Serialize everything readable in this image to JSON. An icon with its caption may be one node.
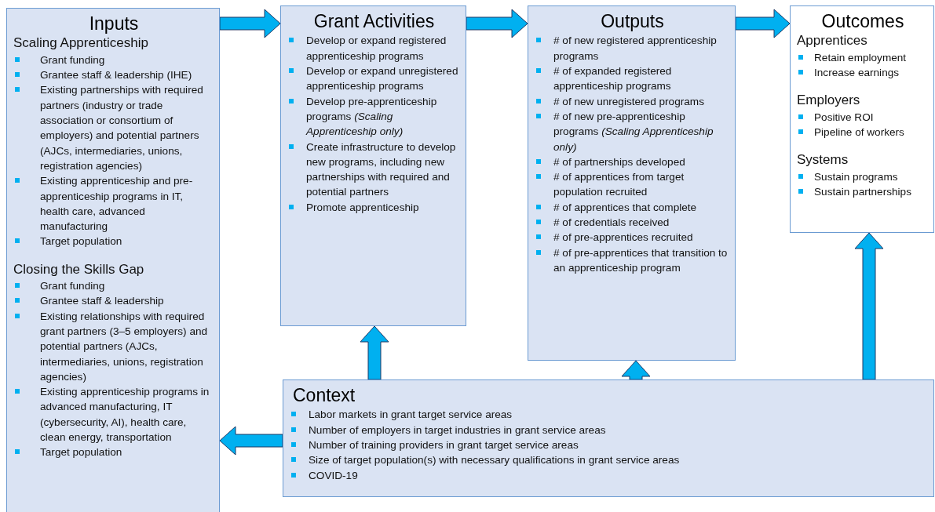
{
  "diagram": {
    "nodes": [
      {
        "text": [
          "Inputs",
          "Scaling Apprenticeship",
          "Grant funding",
          "Grantee staff & leadership (IHE)",
          "Existing partnerships with required partners (industry or trade association or consortium of employers) and potential partners (AJCs, intermediaries, unions, registration agencies)",
          "Existing apprenticeship and pre-apprenticeship programs in IT, health care, advanced manufacturing",
          "Target population",
          "Closing the Skills Gap",
          "Grant funding",
          "Grantee staff & leadership",
          "Existing relationships with required grant partners (3–5 employers) and potential partners (AJCs, intermediaries, unions, registration agencies)",
          "Existing apprenticeship programs in advanced manufacturing, IT (cybersecurity, AI), health care, clean energy, transportation",
          "Target population"
        ]
      },
      {
        "text": [
          "Grant Activities",
          "Develop or expand registered apprenticeship programs",
          "Develop or expand unregistered apprenticeship programs",
          "Develop pre-apprenticeship programs *(Scaling Apprenticeship only)*",
          "Create infrastructure to develop new programs, including new partnerships with required and potential partners",
          "Promote apprenticeship"
        ]
      },
      {
        "text": [
          "Outputs",
          "# of new registered apprenticeship programs",
          "# of expanded registered apprenticeship programs",
          "# of new unregistered programs",
          "# of new pre-apprenticeship programs *(Scaling Apprenticeship only)*",
          "# of partnerships developed",
          "# of apprentices from target population recruited",
          "# of apprentices that complete",
          "# of credentials received",
          "# of pre-apprentices recruited",
          "# of pre-apprentices that transition to an apprenticeship program"
        ]
      },
      {
        "text": [
          "Outcomes",
          "Apprentices",
          "Retain employment",
          "Increase earnings",
          "Employers",
          "Positive ROI",
          "Pipeline of workers",
          "Systems",
          "Sustain programs",
          "Sustain partnerships"
        ]
      },
      {
        "text": [
          "Context",
          "Labor markets in grant target service areas",
          "Number of employers in target industries in grant service areas",
          "Number of training providers in grant target service areas",
          "Size of target population(s) with necessary qualifications in grant service areas",
          "COVID-19"
        ]
      }
    ],
    "edges": [
      {
        "from": 0,
        "to": 1,
        "arrow": "to",
        "style": "thick"
      },
      {
        "from": 1,
        "to": 2,
        "arrow": "to",
        "style": "thick"
      },
      {
        "from": 2,
        "to": 3,
        "arrow": "to",
        "style": "thick"
      },
      {
        "from": 4,
        "to": 0,
        "arrow": "to",
        "style": "thick"
      },
      {
        "from": 4,
        "to": 1,
        "arrow": "to",
        "style": "thick"
      },
      {
        "from": 4,
        "to": 2,
        "arrow": "to",
        "style": "thick"
      },
      {
        "from": 4,
        "to": 3,
        "arrow": "to",
        "style": "thick"
      }
    ]
  }
}
